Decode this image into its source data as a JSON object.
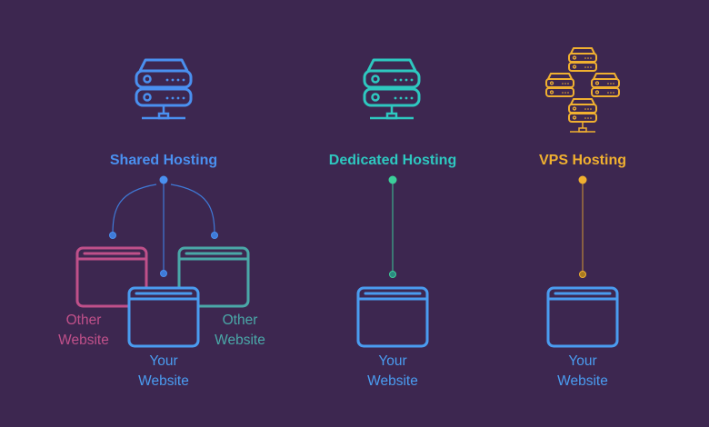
{
  "colors": {
    "background": "#3d2750",
    "shared": "#4a90f0",
    "dedicated": "#2ec8c0",
    "vps": "#f0b030",
    "your_website": "#4a9cf0",
    "other_left": "#c0508a",
    "other_right": "#4aa8a8",
    "dedicated_dot": "#3ccf9a"
  },
  "columns": [
    {
      "title": "Shared Hosting",
      "icon": "server-icon"
    },
    {
      "title": "Dedicated Hosting",
      "icon": "server-icon"
    },
    {
      "title": "VPS Hosting",
      "icon": "server-cluster-icon"
    }
  ],
  "labels": {
    "other_left": [
      "Other",
      "Website"
    ],
    "other_right": [
      "Other",
      "Website"
    ],
    "your_website": [
      "Your",
      "Website"
    ]
  }
}
